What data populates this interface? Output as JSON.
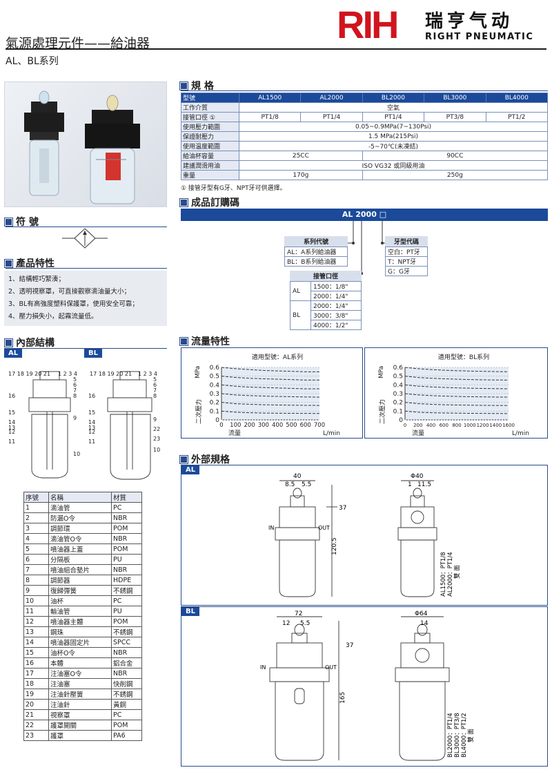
{
  "header": {
    "title": "氣源處理元件——給油器",
    "subtitle": "AL、BL系列",
    "logo_mark": "RIH",
    "logo_cn": "瑞亨气动",
    "logo_en": "RIGHT PNEUMATIC"
  },
  "sections": {
    "spec": "規 格",
    "order": "成品訂購碼",
    "symbol": "符 號",
    "features": "產品特性",
    "internal": "內部結構",
    "flow": "流量特性",
    "external": "外部規格"
  },
  "spec": {
    "headers": [
      "型號",
      "AL1500",
      "AL2000",
      "BL2000",
      "BL3000",
      "BL4000"
    ],
    "rows": [
      {
        "label": "工作介質",
        "values": [
          {
            "v": "空氣",
            "span": 5
          }
        ]
      },
      {
        "label": "接管口徑 ①",
        "values": [
          {
            "v": "PT1/8",
            "span": 1
          },
          {
            "v": "PT1/4",
            "span": 1
          },
          {
            "v": "PT1/4",
            "span": 1
          },
          {
            "v": "PT3/8",
            "span": 1
          },
          {
            "v": "PT1/2",
            "span": 1
          }
        ]
      },
      {
        "label": "使用壓力範圍",
        "values": [
          {
            "v": "0.05~0.9MPa(7~130Psi)",
            "span": 5
          }
        ]
      },
      {
        "label": "保證耐壓力",
        "values": [
          {
            "v": "1.5 MPa(215Psi)",
            "span": 5
          }
        ]
      },
      {
        "label": "使用溫度範圍",
        "values": [
          {
            "v": "-5~70℃(未凍結)",
            "span": 5
          }
        ]
      },
      {
        "label": "給油杯容量",
        "values": [
          {
            "v": "25CC",
            "span": 2
          },
          {
            "v": "90CC",
            "span": 3
          }
        ]
      },
      {
        "label": "建議潤滑用油",
        "values": [
          {
            "v": "ISO VG32 或同級用油",
            "span": 5
          }
        ]
      },
      {
        "label": "重量",
        "values": [
          {
            "v": "170g",
            "span": 2
          },
          {
            "v": "250g",
            "span": 3
          }
        ]
      }
    ],
    "note": "① 接管牙型有G牙、NPT牙可供選擇。"
  },
  "order": {
    "code": "AL 2000 □",
    "series_title": "系列代號",
    "series": [
      "AL：A系列給油器",
      "BL：B系列給油器"
    ],
    "thread_title": "牙型代碼",
    "threads": [
      "空白：PT牙",
      "T：NPT牙",
      "G：G牙"
    ],
    "port_title": "接管口徑",
    "ports": [
      {
        "group": "AL",
        "items": [
          "1500：1/8\"",
          "2000：1/4\""
        ]
      },
      {
        "group": "BL",
        "items": [
          "2000：1/4\"",
          "3000：3/8\"",
          "4000：1/2\""
        ]
      }
    ]
  },
  "features": [
    "1、結構輕巧緊湊；",
    "2、透明視察罩，可直接觀察滴油量大小；",
    "3、BL有高強度塑料保護罩，使用安全可靠；",
    "4、壓力損失小，起霧流量低。"
  ],
  "internal": {
    "tag_al": "AL",
    "tag_bl": "BL",
    "al_top": "17 18 19 20 21",
    "al_right": "1 2 3 4",
    "bl_top": "17 18 19 20 21",
    "bl_right": "1 2 3 4",
    "al_callouts": [
      "5",
      "6",
      "7",
      "8",
      "9",
      "10",
      "16",
      "15",
      "14",
      "13",
      "12",
      "11"
    ],
    "bl_callouts": [
      "5",
      "6",
      "7",
      "8",
      "9",
      "22",
      "23",
      "10",
      "16",
      "15",
      "14",
      "13",
      "12",
      "11"
    ]
  },
  "parts": {
    "headers": [
      "序號",
      "名稱",
      "材質"
    ],
    "rows": [
      [
        "1",
        "滴油管",
        "PC"
      ],
      [
        "2",
        "防漏O令",
        "NBR"
      ],
      [
        "3",
        "調節環",
        "POM"
      ],
      [
        "4",
        "滴油管O令",
        "NBR"
      ],
      [
        "5",
        "噴油器上蓋",
        "POM"
      ],
      [
        "6",
        "分隔板",
        "PU"
      ],
      [
        "7",
        "噴油組合墊片",
        "NBR"
      ],
      [
        "8",
        "調節器",
        "HDPE"
      ],
      [
        "9",
        "復歸彈簧",
        "不銹鋼"
      ],
      [
        "10",
        "油杯",
        "PC"
      ],
      [
        "11",
        "輸油管",
        "PU"
      ],
      [
        "12",
        "噴油器主體",
        "POM"
      ],
      [
        "13",
        "鋼珠",
        "不銹鋼"
      ],
      [
        "14",
        "噴油器固定片",
        "SPCC"
      ],
      [
        "15",
        "油杯O令",
        "NBR"
      ],
      [
        "16",
        "本體",
        "鋁合金"
      ],
      [
        "17",
        "注油塞O令",
        "NBR"
      ],
      [
        "18",
        "注油塞",
        "快削鋼"
      ],
      [
        "19",
        "注油針壓簧",
        "不銹鋼"
      ],
      [
        "20",
        "注油針",
        "黃銅"
      ],
      [
        "21",
        "視察罩",
        "PC"
      ],
      [
        "22",
        "護罩開關",
        "POM"
      ],
      [
        "23",
        "護罩",
        "PA6"
      ]
    ]
  },
  "flow": {
    "left": {
      "title": "適用型號：AL系列",
      "ylabel": "二次壓力",
      "yunit": "MPa",
      "xlabel": "流量",
      "xunit": "L/min"
    },
    "right": {
      "title": "適用型號：BL系列",
      "ylabel": "二次壓力",
      "yunit": "MPa",
      "xlabel": "流量",
      "xunit": "L/min"
    }
  },
  "chart_data": [
    {
      "type": "line",
      "title": "適用型號：AL系列",
      "xlabel": "流量",
      "ylabel": "二次壓力",
      "xunit": "L/min",
      "yunit": "MPa",
      "x": [
        0,
        100,
        200,
        300,
        400,
        500,
        600,
        700
      ],
      "xlim": [
        0,
        700
      ],
      "ylim": [
        0,
        0.6
      ],
      "yticks": [
        0,
        0.1,
        0.2,
        0.3,
        0.4,
        0.5,
        0.6
      ],
      "series": [
        {
          "values": [
            0.6,
            0.585,
            0.575,
            0.565,
            0.56,
            0.555,
            0.55,
            0.55
          ]
        },
        {
          "values": [
            0.5,
            0.485,
            0.475,
            0.47,
            0.465,
            0.46,
            0.455,
            0.455
          ]
        },
        {
          "values": [
            0.4,
            0.385,
            0.375,
            0.37,
            0.365,
            0.36,
            0.355,
            0.355
          ]
        },
        {
          "values": [
            0.3,
            0.285,
            0.278,
            0.272,
            0.268,
            0.265,
            0.262,
            0.26
          ]
        },
        {
          "values": [
            0.2,
            0.185,
            0.178,
            0.173,
            0.17,
            0.168,
            0.166,
            0.165
          ]
        },
        {
          "values": [
            0.1,
            0.088,
            0.082,
            0.078,
            0.076,
            0.075,
            0.074,
            0.073
          ]
        }
      ]
    },
    {
      "type": "line",
      "title": "適用型號：BL系列",
      "xlabel": "流量",
      "ylabel": "二次壓力",
      "xunit": "L/min",
      "yunit": "MPa",
      "x": [
        0,
        200,
        400,
        600,
        800,
        1000,
        1200,
        1400,
        1600
      ],
      "xlim": [
        0,
        1600
      ],
      "ylim": [
        0,
        0.6
      ],
      "yticks": [
        0,
        0.1,
        0.2,
        0.3,
        0.4,
        0.5,
        0.6
      ],
      "series": [
        {
          "values": [
            0.6,
            0.585,
            0.575,
            0.568,
            0.562,
            0.558,
            0.555,
            0.552,
            0.55
          ]
        },
        {
          "values": [
            0.5,
            0.485,
            0.476,
            0.47,
            0.465,
            0.461,
            0.458,
            0.456,
            0.455
          ]
        },
        {
          "values": [
            0.4,
            0.386,
            0.377,
            0.371,
            0.366,
            0.362,
            0.359,
            0.357,
            0.355
          ]
        },
        {
          "values": [
            0.3,
            0.286,
            0.278,
            0.272,
            0.268,
            0.265,
            0.263,
            0.261,
            0.26
          ]
        },
        {
          "values": [
            0.2,
            0.186,
            0.178,
            0.173,
            0.17,
            0.168,
            0.166,
            0.165,
            0.164
          ]
        },
        {
          "values": [
            0.1,
            0.088,
            0.082,
            0.079,
            0.077,
            0.075,
            0.074,
            0.073,
            0.072
          ]
        }
      ]
    }
  ],
  "external": {
    "tag_al": "AL",
    "tag_bl": "BL",
    "al": {
      "width": "40",
      "dim1": "8.5",
      "dim2": "5.5",
      "top_h": "37",
      "height": "120.5",
      "in": "IN",
      "out": "OUT",
      "side_w": "Φ40",
      "side_d1": "1",
      "side_d2": "11.5",
      "side_note": [
        "AL1500：PT1/8",
        "AL2000：PT1/4",
        "雙 面"
      ]
    },
    "bl": {
      "width": "72",
      "dim1": "12",
      "dim2": "5.5",
      "top_h": "37",
      "height": "165",
      "in": "IN",
      "out": "OUT",
      "side_w": "Φ64",
      "side_d1": "14",
      "side_note": [
        "BL2000：PT1/4",
        "BL3000：PT3/8",
        "BL4000：PT1/2",
        "雙 面"
      ]
    }
  }
}
